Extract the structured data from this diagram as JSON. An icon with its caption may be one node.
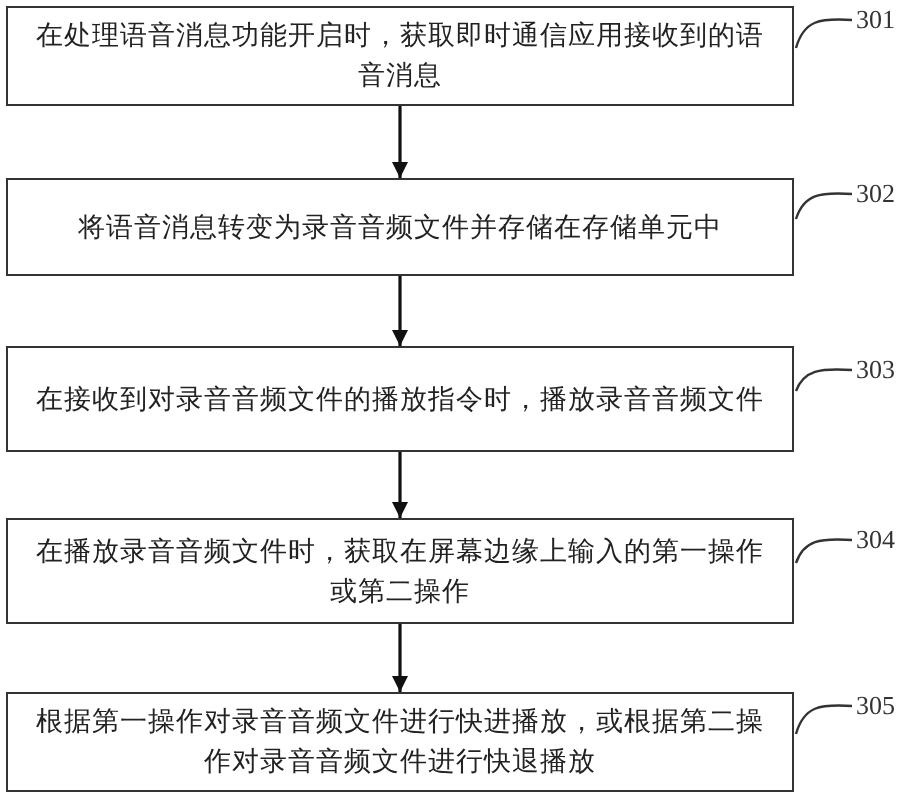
{
  "diagram": {
    "nodes": [
      {
        "text": [
          "在处理语音消息功能开启时，获取即时通信应用接收到的语音消息"
        ]
      },
      {
        "text": [
          "将语音消息转变为录音音频文件并存储在存储单元中"
        ]
      },
      {
        "text": [
          "在接收到对录音音频文件的播放指令时，播放录音音频文件"
        ]
      },
      {
        "text": [
          "在播放录音音频文件时，获取在屏幕边缘上输入的第一操作或第二操作"
        ]
      },
      {
        "text": [
          "根据第一操作对录音音频文件进行快进播放，或根据第二操作对录音音频文件进行快退播放"
        ]
      },
      {
        "text": [
          "301"
        ]
      },
      {
        "text": [
          "302"
        ]
      },
      {
        "text": [
          "303"
        ]
      },
      {
        "text": [
          "304"
        ]
      },
      {
        "text": [
          "305"
        ]
      }
    ],
    "edges": [
      {
        "from": 0,
        "to": 1,
        "arrow": "to"
      },
      {
        "from": 1,
        "to": 2,
        "arrow": "to"
      },
      {
        "from": 2,
        "to": 3,
        "arrow": "to"
      },
      {
        "from": 3,
        "to": 4,
        "arrow": "to"
      },
      {
        "from": 5,
        "to": 0,
        "arrow": "none"
      },
      {
        "from": 6,
        "to": 1,
        "arrow": "none"
      },
      {
        "from": 7,
        "to": 2,
        "arrow": "none"
      },
      {
        "from": 8,
        "to": 3,
        "arrow": "none"
      },
      {
        "from": 9,
        "to": 4,
        "arrow": "none"
      }
    ]
  }
}
